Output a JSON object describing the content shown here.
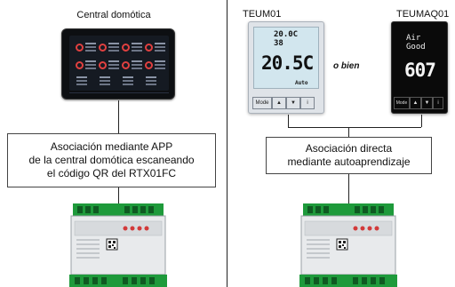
{
  "left": {
    "title": "Central domótica",
    "box_lines": [
      "Asociación mediante APP",
      "de la central domótica escaneando",
      "el código QR del RTX01FC"
    ]
  },
  "right": {
    "thermostat1_title": "TEUM01",
    "thermostat2_title": "TEUMAQ01",
    "or_label": "o bien",
    "box_lines": [
      "Asociación directa",
      "mediante autoaprendizaje"
    ],
    "therm1": {
      "setpoint": "20.0C",
      "humidity": "38",
      "temperature": "20.5C",
      "mode_label": "Mode",
      "auto_label": "Auto"
    },
    "therm2": {
      "line1": "Air",
      "line2": "Good",
      "value": "607",
      "mode_label": "Mode"
    }
  },
  "colors": {
    "module_green": "#1e9a3b",
    "module_body": "#e8eaec",
    "tablet_bg": "#0d0f12",
    "lcd_bg": "#d2e6ee"
  }
}
